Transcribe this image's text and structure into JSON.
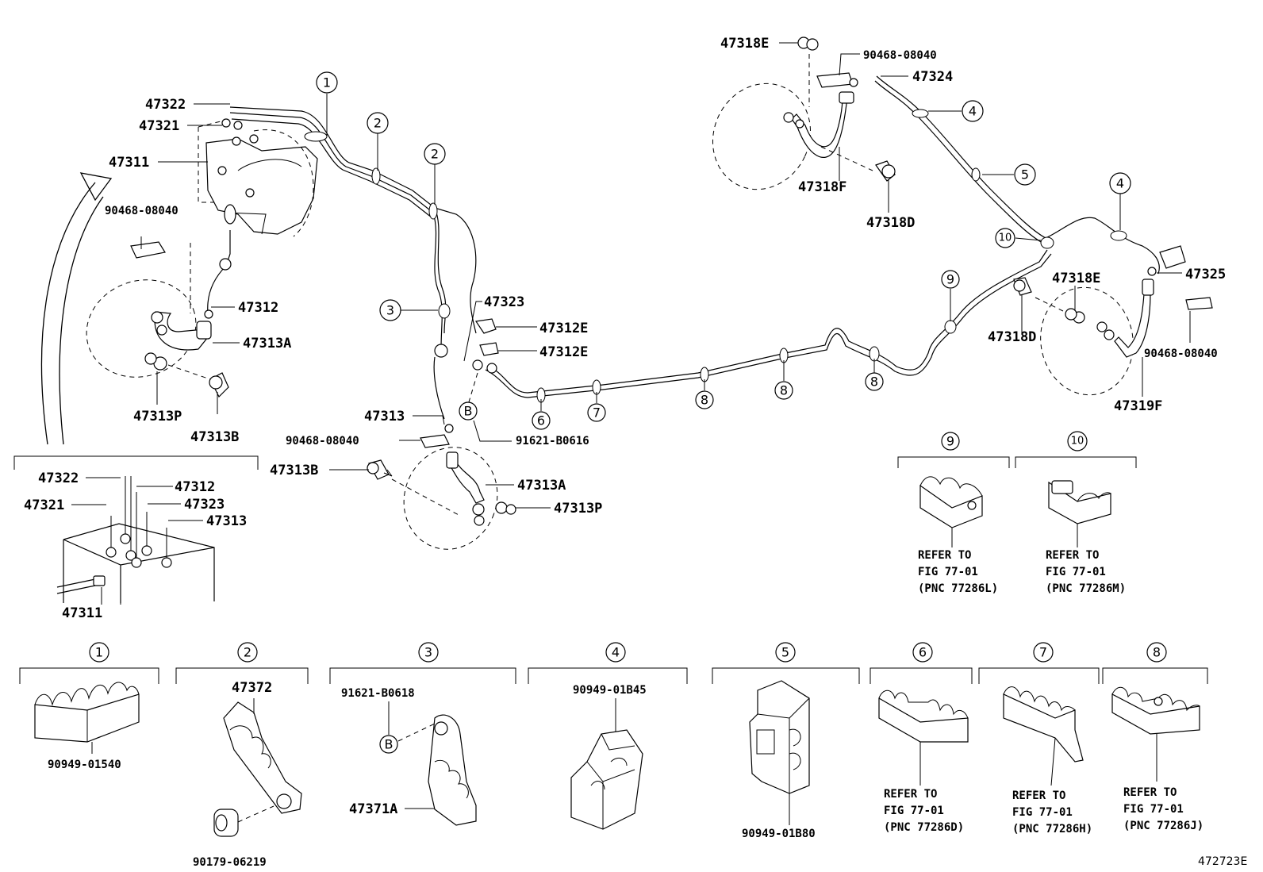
{
  "diagram": {
    "figure_id": "472723E",
    "part_labels": {
      "p47322": "47322",
      "p47321": "47321",
      "p47311": "47311",
      "p90468_a": "90468-08040",
      "p47312": "47312",
      "p47313A_a": "47313A",
      "p47313P_a": "47313P",
      "p47313B_a": "47313B",
      "p47323": "47323",
      "p47312E_a": "47312E",
      "p47312E_b": "47312E",
      "p47313": "47313",
      "p90468_b": "90468-08040",
      "p91621_b": "91621-B0616",
      "p47313B_b": "47313B",
      "p47313A_b": "47313A",
      "p47313P_b": "47313P",
      "p47318E_a": "47318E",
      "p90468_c": "90468-08040",
      "p47324": "47324",
      "p47318F": "47318F",
      "p47318D_a": "47318D",
      "p47325": "47325",
      "p47318E_b": "47318E",
      "p47318D_b": "47318D",
      "p90468_d": "90468-08040",
      "p47319F": "47319F"
    },
    "inset": {
      "p47322": "47322",
      "p47312": "47312",
      "p47321": "47321",
      "p47323": "47323",
      "p47313": "47313",
      "p47311": "47311"
    },
    "callouts": {
      "c1": "1",
      "c2a": "2",
      "c2b": "2",
      "c3": "3",
      "c4a": "4",
      "c4b": "4",
      "c5": "5",
      "c6": "6",
      "c7": "7",
      "c8a": "8",
      "c8b": "8",
      "c8c": "8",
      "c9": "9",
      "c10": "10",
      "cBa": "B"
    },
    "legend": {
      "k1": {
        "num": "1",
        "part": "90949-01540"
      },
      "k2": {
        "num": "2",
        "part_top": "47372",
        "part_bottom": "90179-06219"
      },
      "k3": {
        "num": "3",
        "part_top": "91621-B0618",
        "ref": "B",
        "part_bottom": "47371A"
      },
      "k4": {
        "num": "4",
        "part": "90949-01B45"
      },
      "k5": {
        "num": "5",
        "part": "90949-01B80"
      },
      "k6": {
        "num": "6",
        "l1": "REFER TO",
        "l2": "FIG 77-01",
        "l3": "(PNC 77286D)"
      },
      "k7": {
        "num": "7",
        "l1": "REFER TO",
        "l2": "FIG 77-01",
        "l3": "(PNC 77286H)"
      },
      "k8": {
        "num": "8",
        "l1": "REFER TO",
        "l2": "FIG 77-01",
        "l3": "(PNC 77286J)"
      },
      "k9": {
        "num": "9",
        "l1": "REFER TO",
        "l2": "FIG 77-01",
        "l3": "(PNC 77286L)"
      },
      "k10": {
        "num": "10",
        "l1": "REFER TO",
        "l2": "FIG 77-01",
        "l3": "(PNC 77286M)"
      }
    }
  }
}
